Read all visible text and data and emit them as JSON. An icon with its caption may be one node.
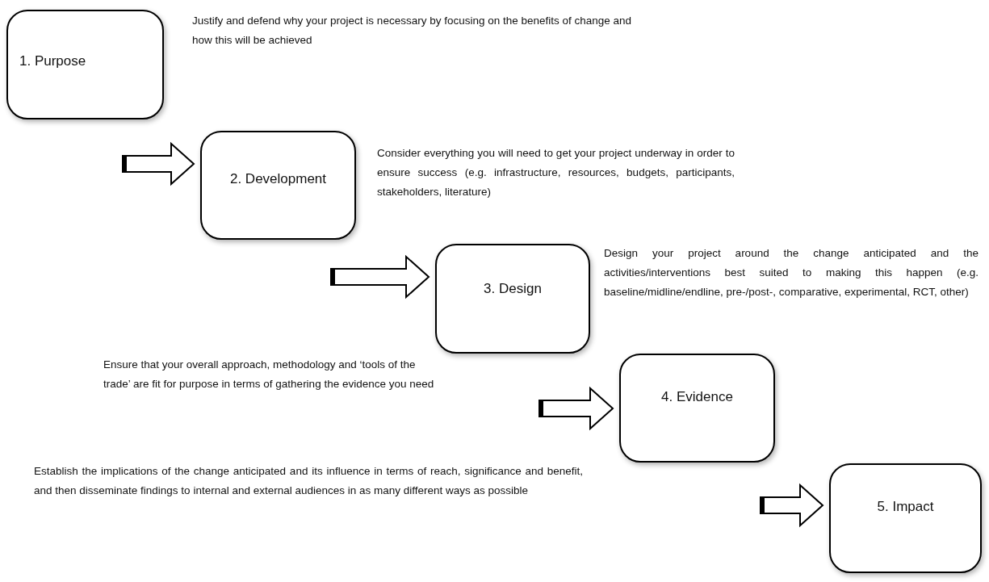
{
  "diagram": {
    "nodes": [
      {
        "text": [
          "1. Purpose"
        ],
        "beside": [
          "Justify and defend why your project is necessary by focusing on the benefits of change and how this will be achieved"
        ]
      },
      {
        "text": [
          "2. Development"
        ],
        "beside": [
          "Consider everything you will need to get your project underway in order to ensure success (e.g. infrastructure, resources, budgets, participants, stakeholders, literature)"
        ]
      },
      {
        "text": [
          "3. Design"
        ],
        "beside": [
          "Design your project around the change anticipated and the activities/interventions best suited to making this happen (e.g. baseline/midline/endline, pre-/post-, comparative, experimental, RCT, other)"
        ]
      },
      {
        "text": [
          "4. Evidence"
        ]
      },
      {
        "text": [
          "5. Impact"
        ]
      }
    ],
    "labels": [
      "Ensure that your overall approach, methodology and ‘tools of the trade’ are fit for purpose in terms of gathering the evidence you need",
      "Establish the implications of the change anticipated and its influence in terms of reach, significance and benefit, and then disseminate findings to internal and external audiences in as many different ways as possible"
    ],
    "edges": [
      {
        "from": null,
        "to": 1,
        "arrow": "to"
      },
      {
        "from": null,
        "to": 2,
        "arrow": "to"
      },
      {
        "from": null,
        "to": 3,
        "arrow": "to"
      },
      {
        "from": null,
        "to": 4,
        "arrow": "to"
      }
    ]
  }
}
